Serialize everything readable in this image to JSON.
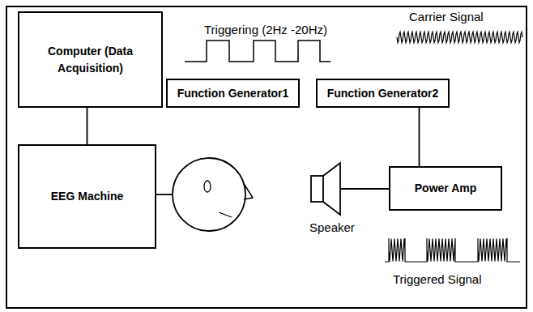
{
  "diagram": {
    "nodes": [
      {
        "text": [
          "Computer (Data Acquisition)"
        ]
      },
      {
        "text": [
          "Function Generator1"
        ]
      },
      {
        "text": [
          "Function Generator2"
        ]
      },
      {
        "text": [
          "EEG Machine"
        ]
      },
      {
        "text": [
          "Power Amp"
        ]
      }
    ],
    "edges": [
      {
        "from": 0,
        "to": 3,
        "arrow": "none"
      },
      {
        "from": 2,
        "to": 4,
        "arrow": "none"
      }
    ],
    "labels": [
      "Triggering (2Hz -20Hz)",
      "Carrier Signal",
      "Speaker",
      "Triggered Signal"
    ]
  }
}
